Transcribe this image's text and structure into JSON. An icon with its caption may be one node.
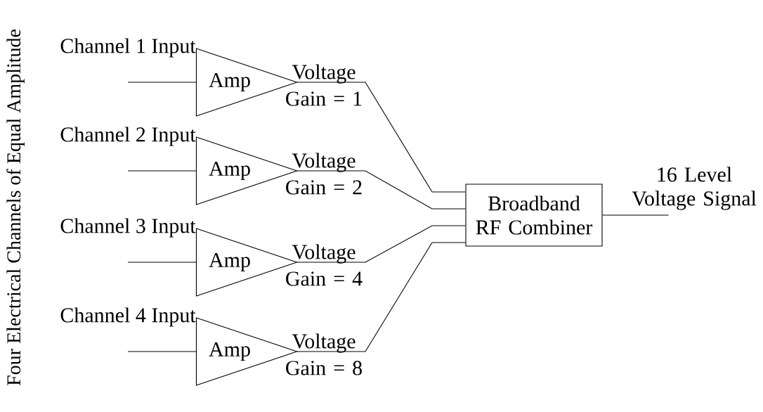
{
  "diagram": {
    "nodes": [
      {
        "text": [
          "Channel 1 Input"
        ]
      },
      {
        "text": [
          "Channel 2 Input"
        ]
      },
      {
        "text": [
          "Channel 3 Input"
        ]
      },
      {
        "text": [
          "Channel 4 Input"
        ]
      },
      {
        "text": [
          "Amp"
        ]
      },
      {
        "text": [
          "Amp"
        ]
      },
      {
        "text": [
          "Amp"
        ]
      },
      {
        "text": [
          "Amp"
        ]
      },
      {
        "text": [
          "Broadband RF Combiner"
        ]
      },
      {
        "text": [
          "16 Level Voltage Signal"
        ]
      }
    ],
    "edges": [
      {
        "from": 0,
        "to": 4,
        "arrow": "none"
      },
      {
        "from": 1,
        "to": 5,
        "arrow": "none"
      },
      {
        "from": 2,
        "to": 6,
        "arrow": "none"
      },
      {
        "from": 3,
        "to": 7,
        "arrow": "none"
      },
      {
        "from": 4,
        "to": 8,
        "arrow": "none",
        "label": "Voltage Gain = 1"
      },
      {
        "from": 5,
        "to": 8,
        "arrow": "none",
        "label": "Voltage Gain = 2"
      },
      {
        "from": 6,
        "to": 8,
        "arrow": "none",
        "label": "Voltage Gain = 4"
      },
      {
        "from": 7,
        "to": 8,
        "arrow": "none",
        "label": "Voltage Gain = 8"
      },
      {
        "from": 8,
        "to": 9,
        "arrow": "none"
      }
    ],
    "labels": [
      "Four Electrical Channels of Equal Amplitude"
    ]
  }
}
